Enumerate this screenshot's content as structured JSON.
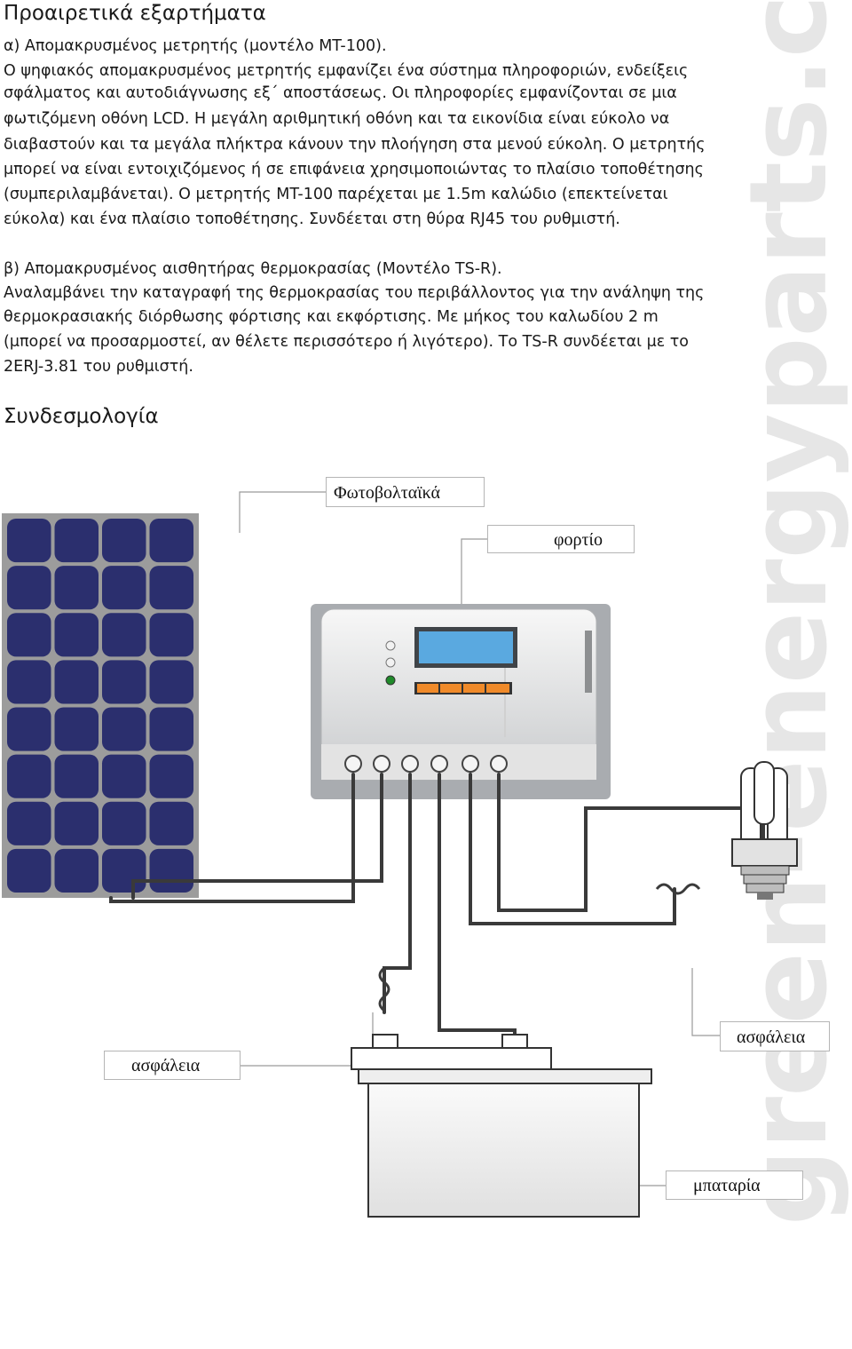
{
  "title": "Προαιρετικά εξαρτήματα",
  "section_a": {
    "heading": "α) Απομακρυσμένος μετρητής (μοντέλο MT-100).",
    "lines": [
      "Ο ψηφιακός απομακρυσμένος μετρητής εμφανίζει ένα σύστημα πληροφοριών, ενδείξεις",
      "σφάλματος και αυτοδιάγνωσης εξ΄ αποστάσεως. Οι πληροφορίες εμφανίζονται σε μια",
      "φωτιζόμενη οθόνη LCD. Η μεγάλη αριθμητική οθόνη και τα εικονίδια είναι εύκολο να",
      "διαβαστούν και τα μεγάλα πλήκτρα κάνουν την πλοήγηση στα μενού εύκολη. Ο μετρητής",
      "μπορεί να είναι εντοιχιζόμενος ή σε επιφάνεια χρησιμοποιώντας το πλαίσιο τοποθέτησης",
      "(συμπεριλαμβάνεται). Ο μετρητής MT-100 παρέχεται με 1.5m καλώδιο (επεκτείνεται",
      "εύκολα) και ένα πλαίσιο τοποθέτησης. Συνδέεται στη θύρα RJ45 του ρυθμιστή."
    ]
  },
  "section_b": {
    "heading": "β) Απομακρυσμένος αισθητήρας θερμοκρασίας (Μοντέλο TS-R).",
    "lines": [
      "Αναλαμβάνει την καταγραφή της θερμοκρασίας του περιβάλλοντος για την ανάληψη της",
      "θερμοκρασιακής διόρθωσης φόρτισης και εκφόρτισης. Με μήκος του καλωδίου 2 m",
      "(μπορεί να προσαρμοστεί, αν θέλετε περισσότερο ή λιγότερο). Το TS-R συνδέεται με το",
      "2ERJ-3.81 του ρυθμιστή."
    ]
  },
  "wiring_heading": "Συνδεσμολογία",
  "diagram": {
    "labels": {
      "pv": "Φωτοβολταϊκά",
      "load": "φορτίο",
      "fuse_left": "ασφάλεια",
      "fuse_right": "ασφάλεια",
      "battery": "μπαταρία"
    },
    "colors": {
      "panel_cell": "#2b2f6e",
      "frame": "#a9acb0",
      "lcd": "#5aa9e0",
      "buttons": "#f08a2a",
      "led_green": "#1f8a2a"
    }
  },
  "watermark": "green-energyparts.com"
}
